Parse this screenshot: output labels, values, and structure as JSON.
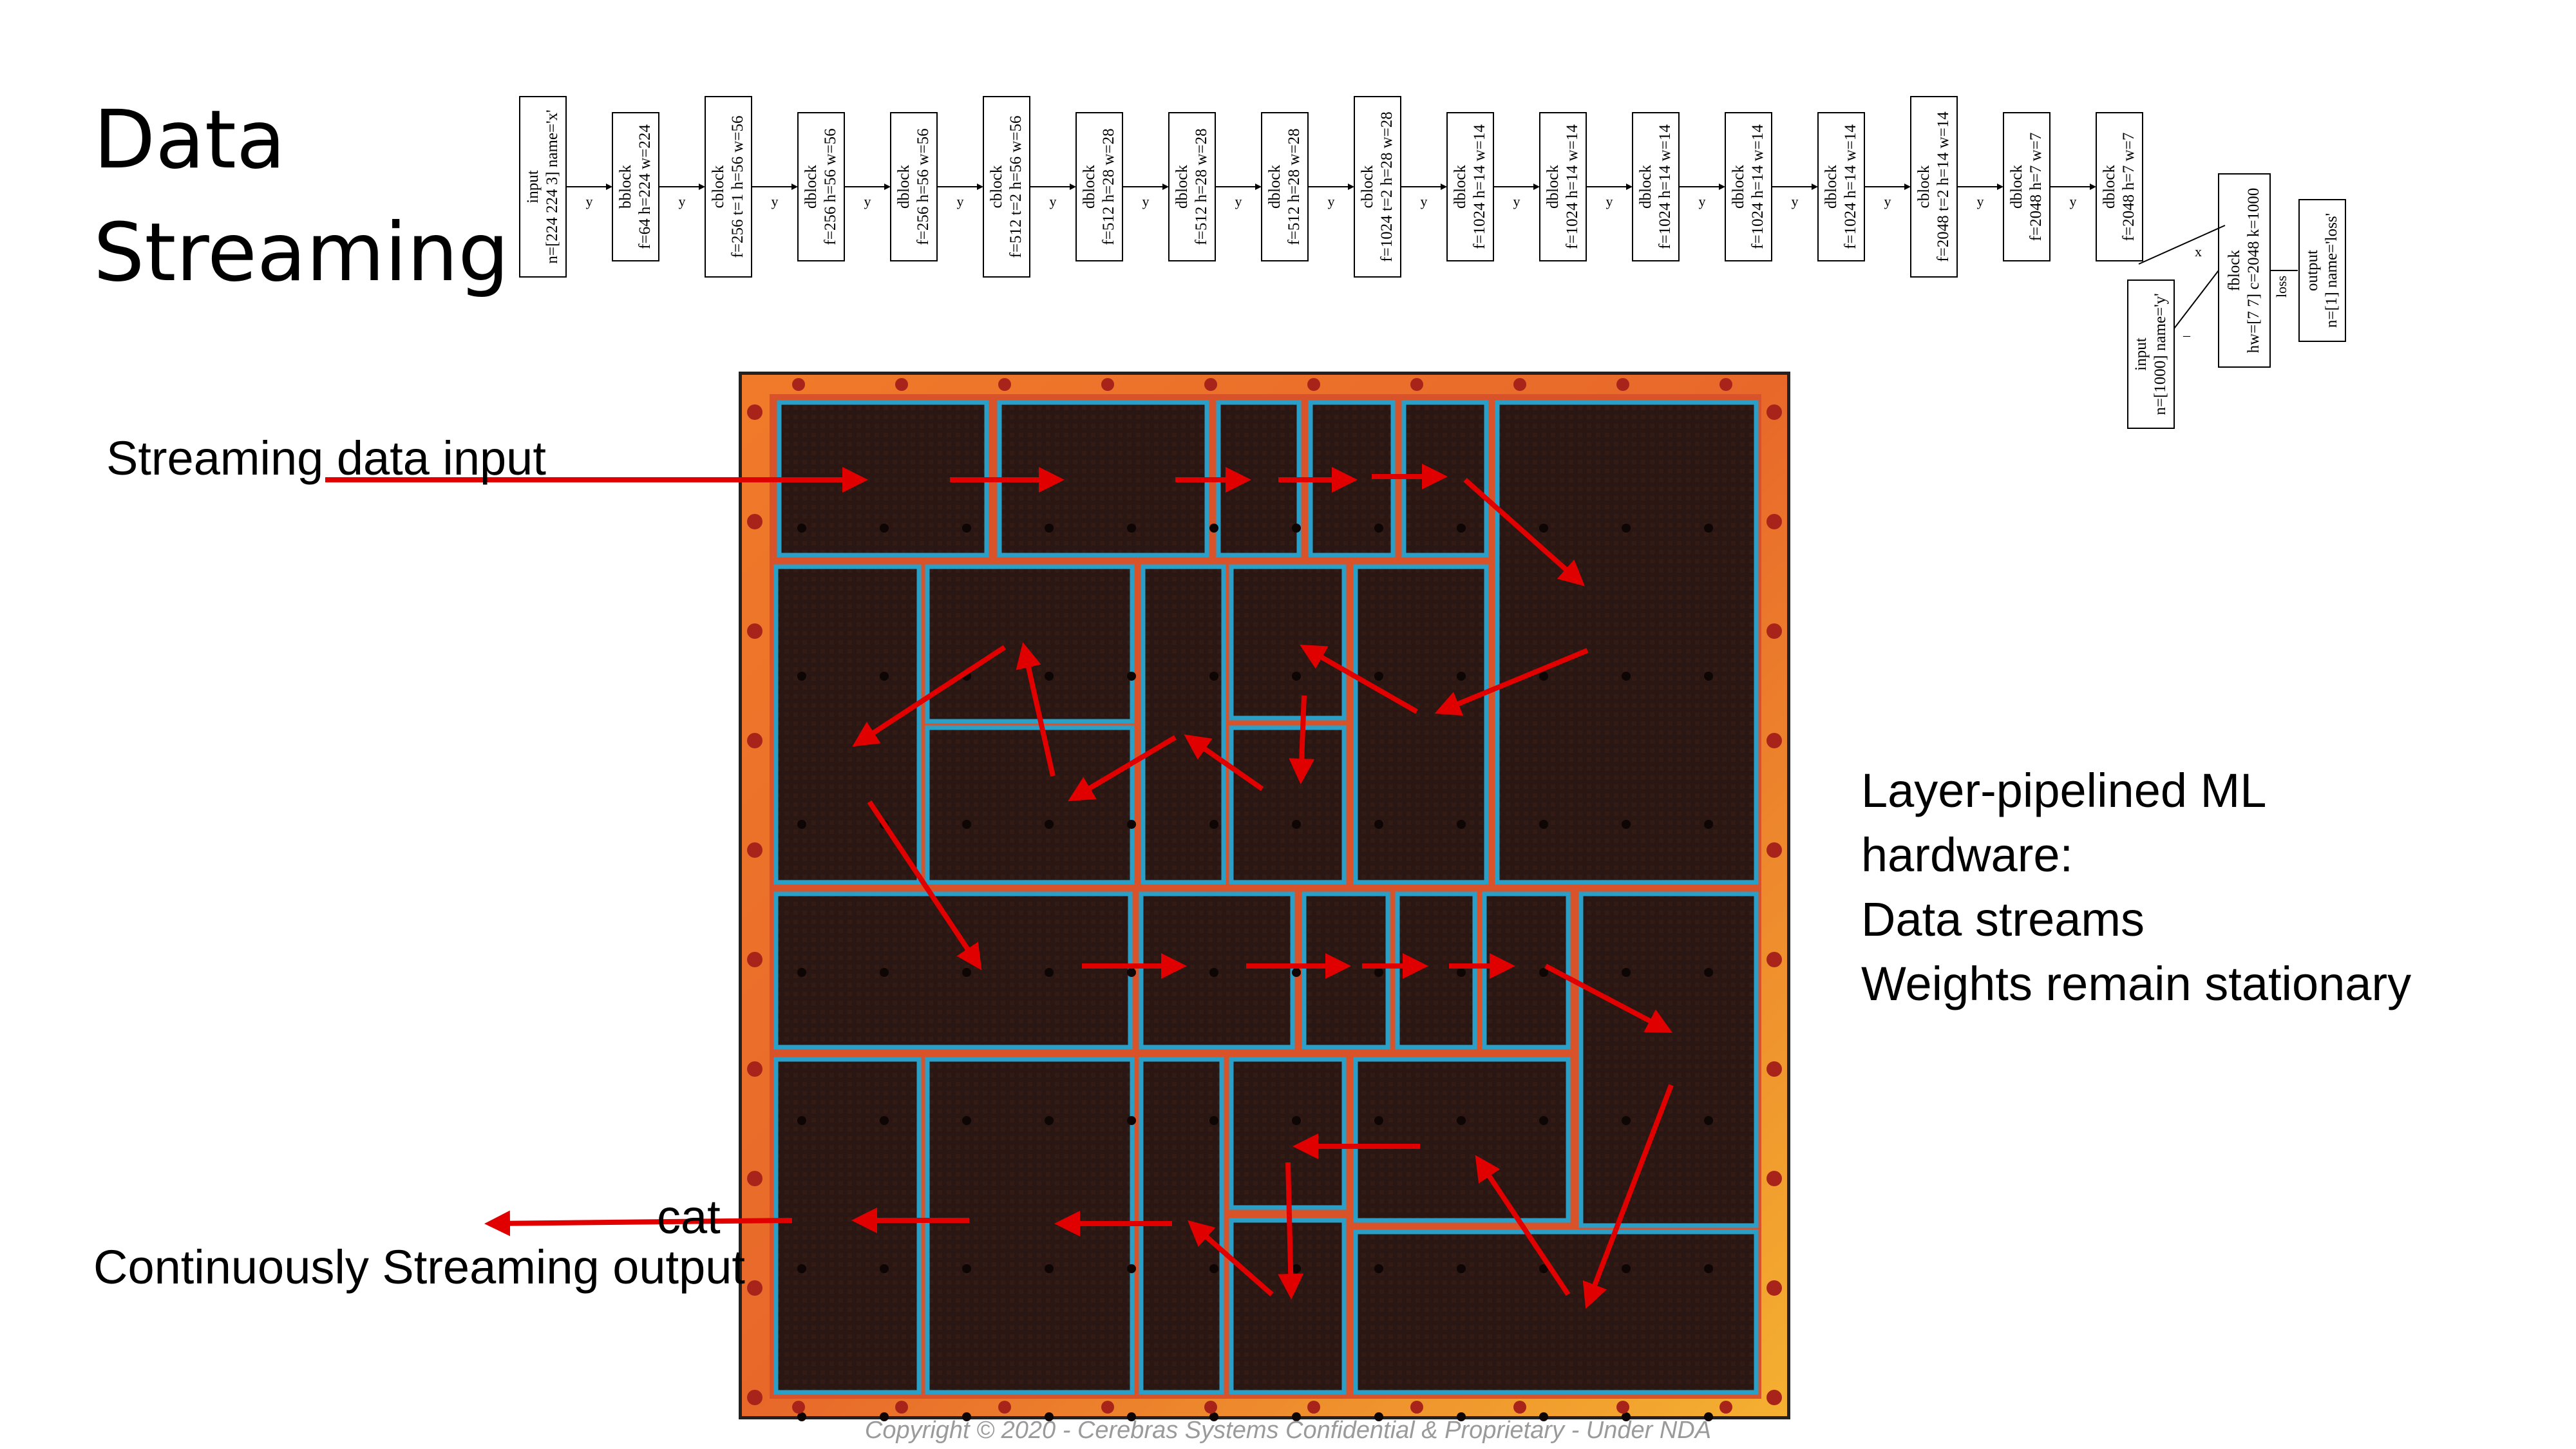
{
  "title": "Data Streaming",
  "labels": {
    "input": "Streaming data input",
    "output_word": "cat",
    "output": "Continuously Streaming output",
    "side_lines": [
      "Layer-pipelined ML",
      "hardware:",
      "Data streams",
      "Weights remain stationary"
    ]
  },
  "copyright": "Copyright  © 2020 - Cerebras Systems Confidential & Proprietary - Under NDA",
  "graph": {
    "nodes": [
      {
        "name": "input",
        "params": "n=[224 224 3] name='x'"
      },
      {
        "name": "bblock",
        "params": "f=64 h=224 w=224"
      },
      {
        "name": "cblock",
        "params": "f=256 t=1 h=56 w=56"
      },
      {
        "name": "dblock",
        "params": "f=256 h=56 w=56"
      },
      {
        "name": "dblock",
        "params": "f=256 h=56 w=56"
      },
      {
        "name": "cblock",
        "params": "f=512 t=2 h=56 w=56"
      },
      {
        "name": "dblock",
        "params": "f=512 h=28 w=28"
      },
      {
        "name": "dblock",
        "params": "f=512 h=28 w=28"
      },
      {
        "name": "dblock",
        "params": "f=512 h=28 w=28"
      },
      {
        "name": "cblock",
        "params": "f=1024 t=2 h=28 w=28"
      },
      {
        "name": "dblock",
        "params": "f=1024 h=14 w=14"
      },
      {
        "name": "dblock",
        "params": "f=1024 h=14 w=14"
      },
      {
        "name": "dblock",
        "params": "f=1024 h=14 w=14"
      },
      {
        "name": "dblock",
        "params": "f=1024 h=14 w=14"
      },
      {
        "name": "dblock",
        "params": "f=1024 h=14 w=14"
      },
      {
        "name": "cblock",
        "params": "f=2048 t=2 h=14 w=14"
      },
      {
        "name": "dblock",
        "params": "f=2048 h=7 w=7"
      },
      {
        "name": "dblock",
        "params": "f=2048 h=7 w=7"
      }
    ],
    "label_input": {
      "name": "input",
      "params": "n=[1000] name='y'"
    },
    "fblock": {
      "name": "fblock",
      "params": "hw=[7 7] c=2048 k=1000"
    },
    "output": {
      "name": "output",
      "params": "n=[1] name='loss'"
    },
    "edge_labels": {
      "chain": "y",
      "x": "x",
      "dash": "_",
      "loss": "loss"
    }
  }
}
